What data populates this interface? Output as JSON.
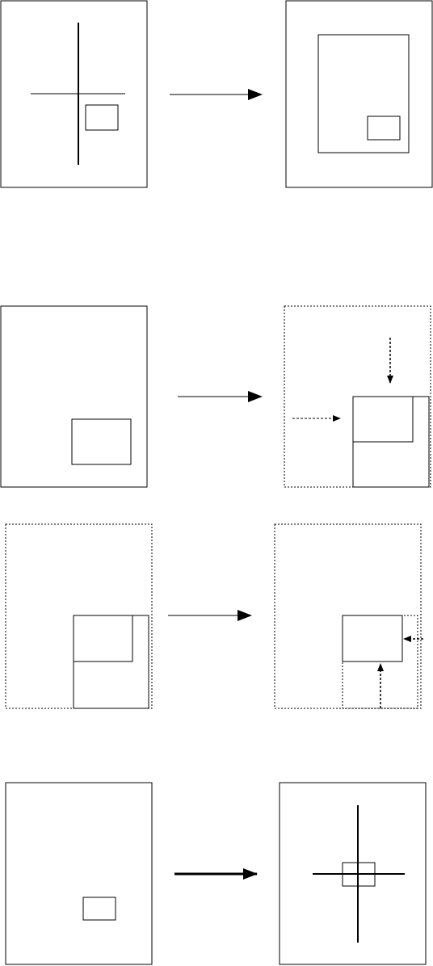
{
  "diagram": {
    "description_type": "zoom-to-region sequence",
    "panels": [
      {
        "id": "p1",
        "state": "crosshair over page with small region"
      },
      {
        "id": "p2",
        "state": "zoomed page containing region"
      },
      {
        "id": "p3",
        "state": "page with region"
      },
      {
        "id": "p4",
        "state": "region expanded toward bottom-right"
      },
      {
        "id": "p5",
        "state": "region expanded toward bottom-right"
      },
      {
        "id": "p6",
        "state": "region contracted back"
      },
      {
        "id": "p7",
        "state": "page with small region"
      },
      {
        "id": "p8",
        "state": "crosshair centered on region"
      }
    ],
    "transitions": [
      {
        "from": "p1",
        "to": "p2"
      },
      {
        "from": "p3",
        "to": "p4"
      },
      {
        "from": "p5",
        "to": "p6"
      },
      {
        "from": "p7",
        "to": "p8"
      }
    ],
    "colors": {
      "stroke": "#000000",
      "background": "#ffffff"
    }
  }
}
